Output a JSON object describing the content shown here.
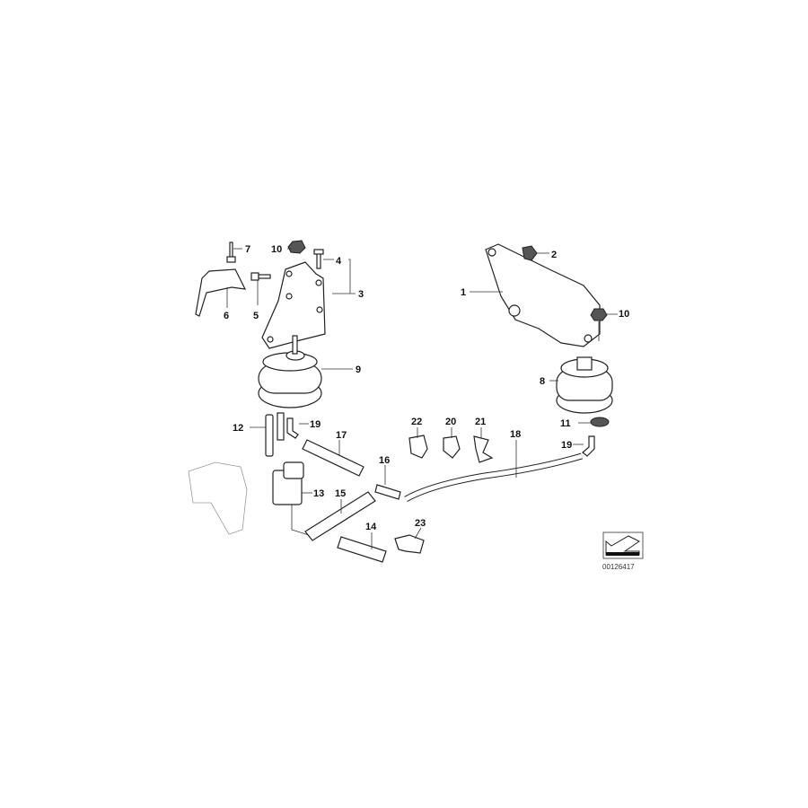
{
  "diagram": {
    "callouts": [
      {
        "id": "1",
        "text": "1"
      },
      {
        "id": "2",
        "text": "2"
      },
      {
        "id": "3",
        "text": "3"
      },
      {
        "id": "4",
        "text": "4"
      },
      {
        "id": "5",
        "text": "5"
      },
      {
        "id": "6",
        "text": "6"
      },
      {
        "id": "7",
        "text": "7"
      },
      {
        "id": "8",
        "text": "8"
      },
      {
        "id": "9",
        "text": "9"
      },
      {
        "id": "10a",
        "text": "10"
      },
      {
        "id": "10b",
        "text": "10"
      },
      {
        "id": "11",
        "text": "11"
      },
      {
        "id": "12",
        "text": "12"
      },
      {
        "id": "13",
        "text": "13"
      },
      {
        "id": "14",
        "text": "14"
      },
      {
        "id": "15",
        "text": "15"
      },
      {
        "id": "16",
        "text": "16"
      },
      {
        "id": "17",
        "text": "17"
      },
      {
        "id": "18",
        "text": "18"
      },
      {
        "id": "19a",
        "text": "19"
      },
      {
        "id": "19b",
        "text": "19"
      },
      {
        "id": "20",
        "text": "20"
      },
      {
        "id": "21",
        "text": "21"
      },
      {
        "id": "22",
        "text": "22"
      },
      {
        "id": "23",
        "text": "23"
      }
    ],
    "diagram_code": "00126417"
  }
}
